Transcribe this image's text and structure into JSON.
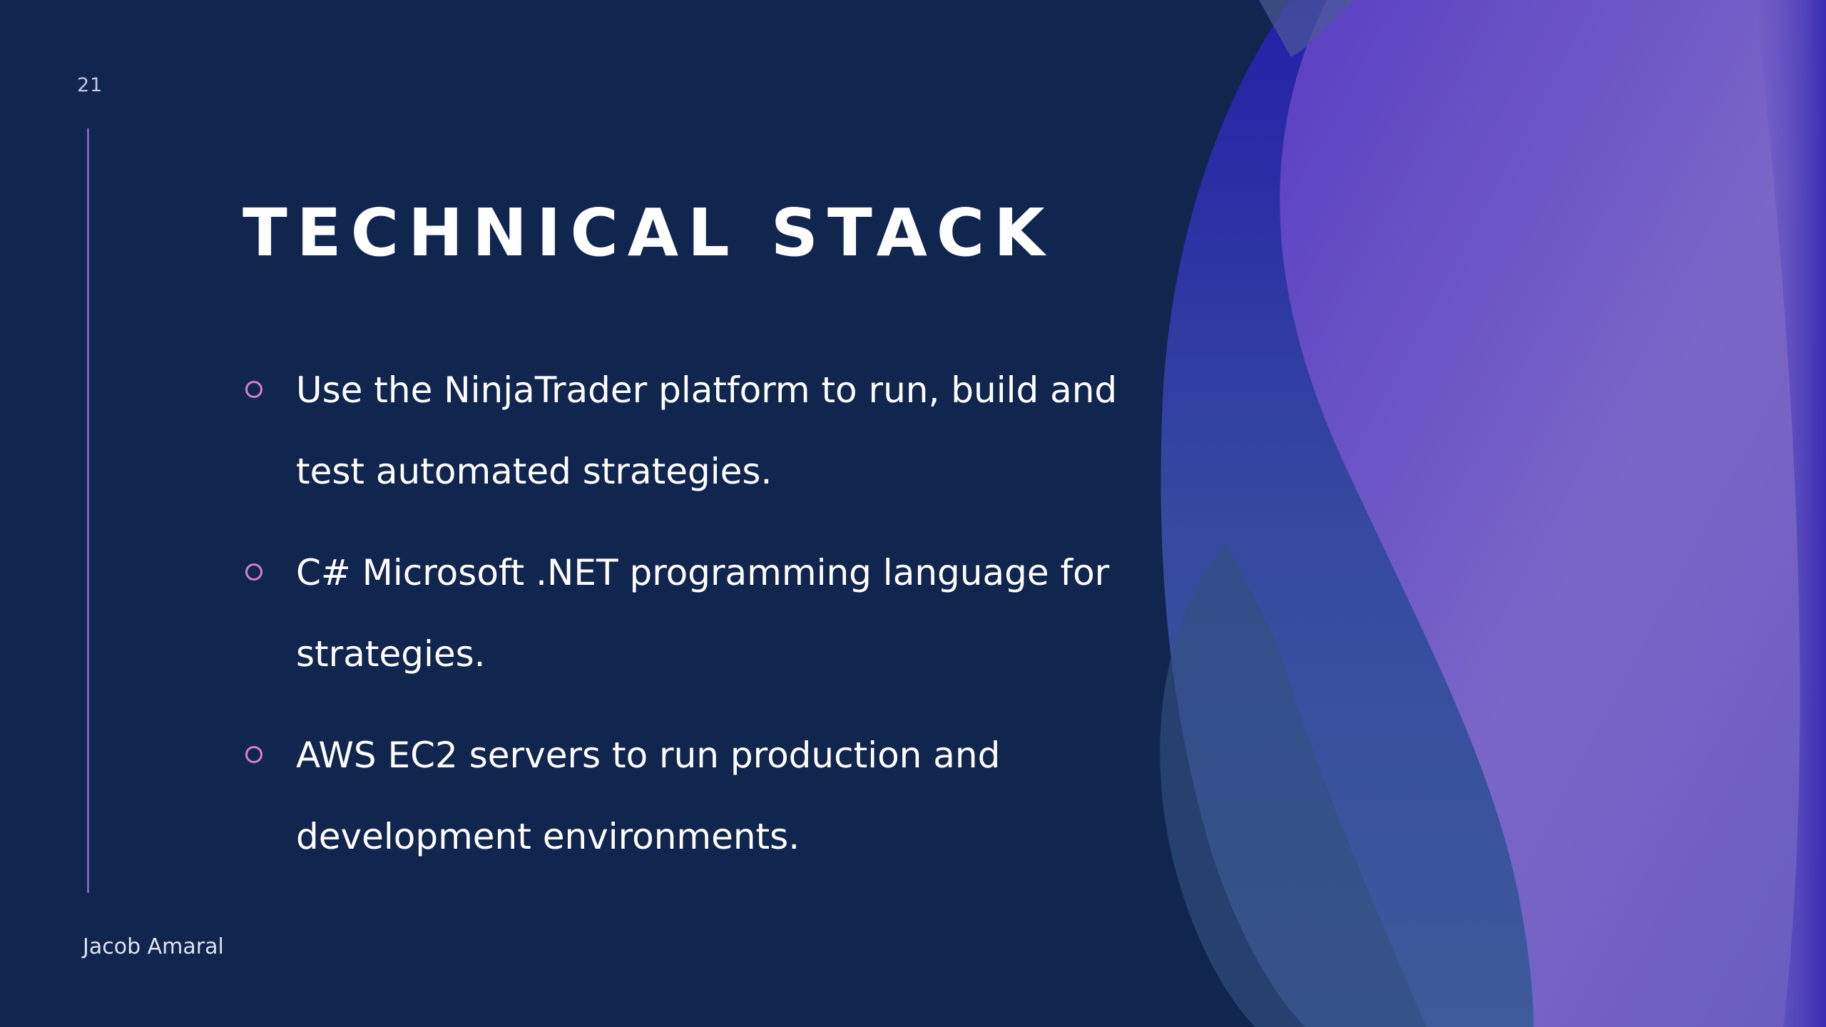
{
  "slide": {
    "number": "21",
    "title": "TECHNICAL STACK",
    "bullets": [
      {
        "text": "Use the NinjaTrader platform to run, build and test automated strategies."
      },
      {
        "text": "C# Microsoft .NET programming language for strategies."
      },
      {
        "text": "AWS EC2 servers to run production and development environments."
      }
    ],
    "footer": "Jacob Amaral"
  },
  "colors": {
    "background": "#11264f",
    "accent_line": "#7a62b8",
    "bullet_marker": "#d77fd0",
    "wave_violet": "#7b60d0",
    "wave_blue": "#2a36a8"
  }
}
